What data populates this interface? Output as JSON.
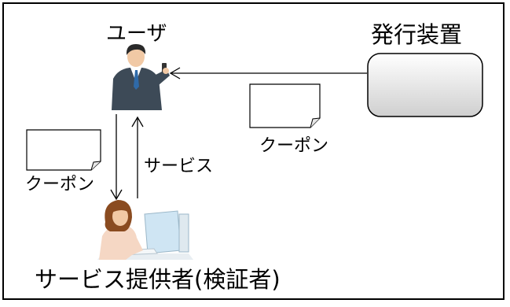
{
  "labels": {
    "user": "ユーザ",
    "issuer": "発行装置",
    "coupon_top": "クーポン",
    "coupon_left": "クーポン",
    "service": "サービス",
    "provider": "サービス提供者(検証者)"
  },
  "colors": {
    "line": "#000000",
    "device_fill_top": "#ffffff",
    "device_fill_bottom": "#cfcfcf",
    "suit": "#3d4a57",
    "skin": "#f1c9a5",
    "hair_female": "#8a4b20",
    "blouse": "#f5d7c4",
    "monitor": "#cfe5f3"
  },
  "icons": {
    "user": "businessman-icon",
    "provider": "woman-at-computer-icon",
    "issuer": "device-box"
  }
}
